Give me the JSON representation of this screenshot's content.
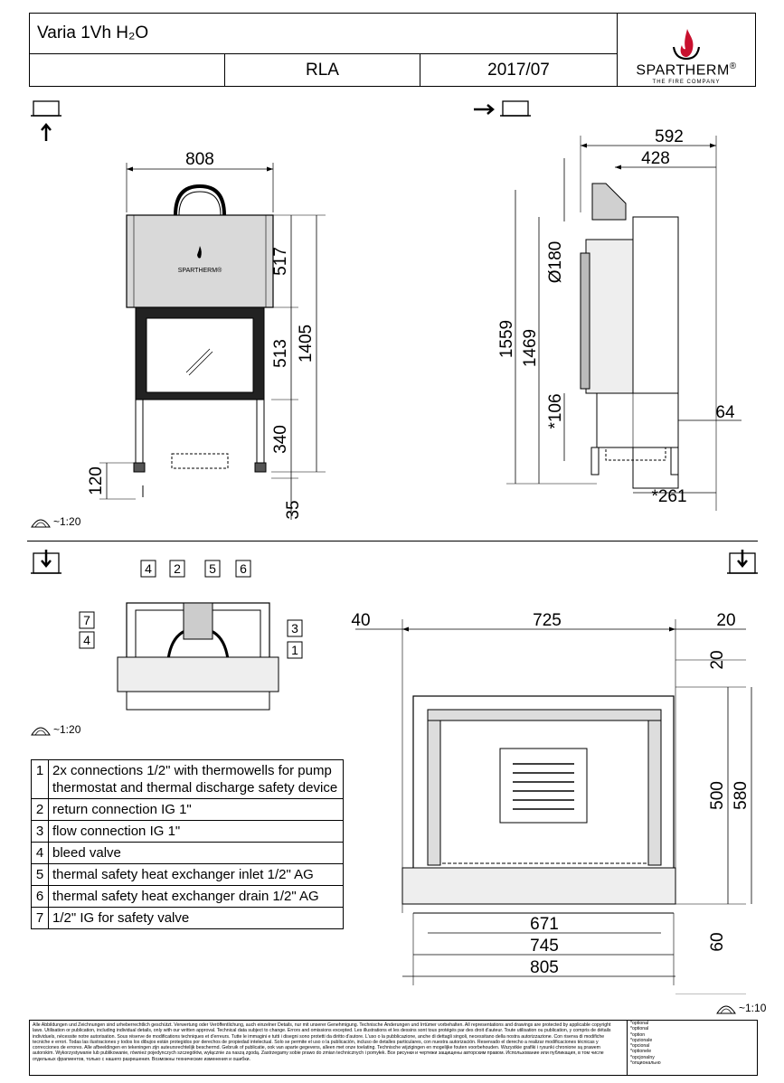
{
  "titleblock": {
    "title": "Varia 1Vh H₂O",
    "code": "RLA",
    "date": "2017/07",
    "brand": "SPARTHERM",
    "brand_mark": "®",
    "tagline": "THE FIRE COMPANY"
  },
  "front_view": {
    "logo": "SPARTHERM®",
    "dims": {
      "width": "808",
      "top": "517",
      "mid": "513",
      "total": "1405",
      "legs": "340",
      "bottom": "35",
      "foot": "120"
    }
  },
  "side_view": {
    "dims": {
      "d592": "592",
      "d428": "428",
      "d180": "Ø180",
      "h1559": "1559",
      "h1469": "1469",
      "h106": "*106",
      "d64": "64",
      "d261": "*261"
    }
  },
  "scales": {
    "s1": "~1:20",
    "s2": "~1:20",
    "s3": "~1:10"
  },
  "plan_view": {
    "dims": {
      "d40": "40",
      "d725": "725",
      "d20a": "20",
      "d20b": "20",
      "d500": "500",
      "d580": "580",
      "d671": "671",
      "d745": "745",
      "d805": "805",
      "d60": "60"
    }
  },
  "callouts": [
    "4",
    "2",
    "5",
    "6",
    "7",
    "4",
    "3",
    "1"
  ],
  "legend": [
    {
      "n": "1",
      "text": "2x connections 1/2\"  with thermowells for pump thermostat and thermal discharge safety device"
    },
    {
      "n": "2",
      "text": "return connection IG 1\""
    },
    {
      "n": "3",
      "text": "flow connection IG 1\""
    },
    {
      "n": "4",
      "text": "bleed valve"
    },
    {
      "n": "5",
      "text": "thermal safety heat exchanger inlet 1/2\" AG"
    },
    {
      "n": "6",
      "text": "thermal safety heat exchanger drain 1/2\" AG"
    },
    {
      "n": "7",
      "text": "1/2\" IG for safety valve"
    }
  ],
  "footer": {
    "text": "Alle Abbildungen und Zeichnungen sind urheberrechtlich geschützt. Verwertung oder Veröffentlichung, auch einzelner Details, nur mit unserer Genehmigung. Technische Änderungen und Irrtümer vorbehalten. All representations and drawings are protected by applicable copyright laws. Utilisation or publication, including individual details, only with our written approval. Technical data subject to change. Errors and omissions excepted. Les illustrations et les dessins sont tous protégés par des droit d'auteur. Toute utilisation ou publication, y compris de détails individuels, nécessite notre autorisation. Sous réserve de modifications techniques et d'erreurs. Tutte le immagini e tutti i disegni sono protetti da diritto d'autore. L'uso o la pubblicazione, anche di dettagli singoli, necessitano della nostra autorizzazione. Con riserva di modifiche tecniche e errori. Todas las ilustraciones y todos los dibujos están protegidos por derechos de propiedad intelectual. Solo se permite el uso o la publicación, incluso de detalles particulares, con nuestra autorización. Reservado el derecho a realizar modificaciones técnicas y correcciones de errores. Alle afbeeldingen en tekeningen zijn auteursrechtelijk beschermd. Gebruik of publicatie, ook van aparte gegevens, alleen met onze toelating. Technische wijzigingen en mogelijke fouten voorbehouden. Wszystkie grafiki i rysunki chronione są prawem autorskim. Wykorzystywanie lub publikowanie, również pojedynczych szczegółów, wyłącznie za naszą zgodą. Zastrzegamy sobie prawo do zmian technicznych i pomyłek. Все рисунки и чертежи защищены авторским правом. Использование или публикация, в том числе отдельных фрагментов, только с нашего разрешения. Возможны технические изменения и ошибки.",
    "options": [
      "*optional",
      "*optional",
      "*option",
      "*opzionale",
      "*opcional",
      "*optionele",
      "*opcjonalny",
      "*опционально"
    ]
  }
}
